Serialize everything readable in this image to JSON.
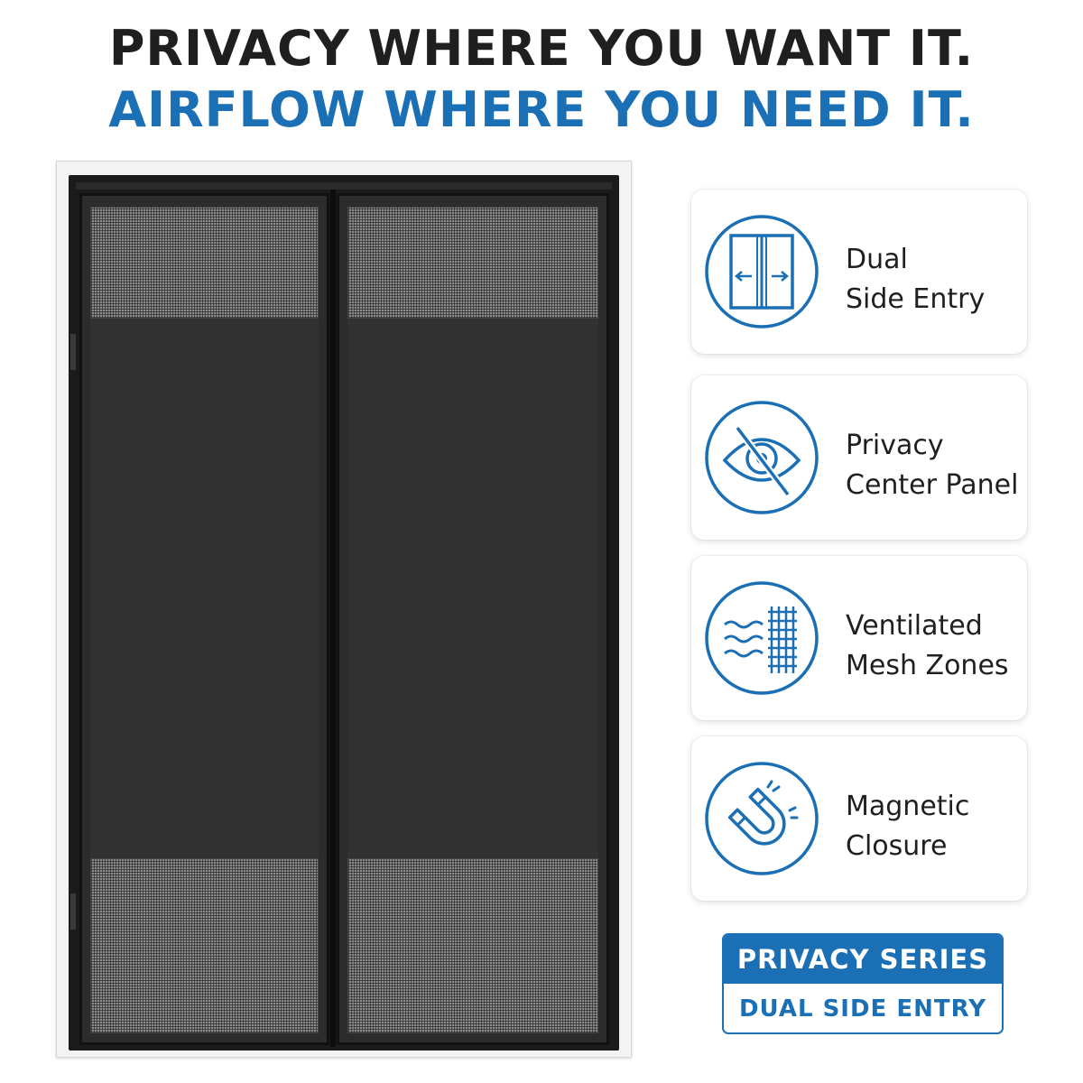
{
  "headline": {
    "line1": "PRIVACY WHERE YOU WANT IT.",
    "line2": "AIRFLOW WHERE YOU NEED IT."
  },
  "colors": {
    "accent": "#1a6fb5",
    "headline_dark": "#1f1f1f"
  },
  "features": [
    {
      "icon": "double-door-icon",
      "line1": "Dual",
      "line2": "Side Entry"
    },
    {
      "icon": "eye-slash-icon",
      "line1": "Privacy",
      "line2": "Center Panel"
    },
    {
      "icon": "airflow-mesh-icon",
      "line1": "Ventilated",
      "line2": "Mesh Zones"
    },
    {
      "icon": "magnet-icon",
      "line1": "Magnetic",
      "line2": "Closure"
    }
  ],
  "badge": {
    "title": "PRIVACY SERIES",
    "subtitle": "DUAL SIDE ENTRY"
  }
}
